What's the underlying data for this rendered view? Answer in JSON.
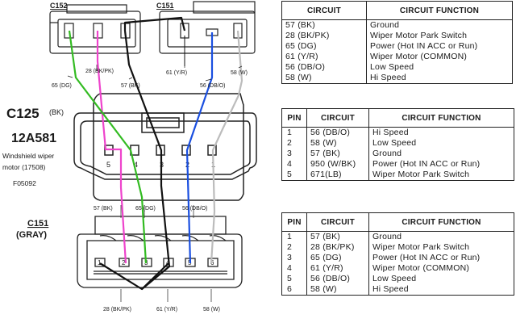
{
  "diagram": {
    "connector_c152": "C152",
    "connector_c151_top": "C151",
    "c125_code": "C125",
    "c125_color": "(BK)",
    "part_number": "12A581",
    "desc_line1": "Windshield wiper",
    "desc_line2": "motor (17508)",
    "figure_id": "F05092",
    "bottom_connector": "C151",
    "bottom_color": "(GRAY)",
    "labels": {
      "top_bk_pk": "28 (BK/PK)",
      "top_dg": "65 (DG)",
      "top_bk": "57 (BK)",
      "top_yr": "61 (Y/R)",
      "top_dbo": "56 (DB/O)",
      "top_w": "58 (W)",
      "bot_bk": "57 (BK)",
      "bot_dg": "65 (DG)",
      "bot_dbo": "56 (DB/O)",
      "bot_bk_pk": "28 (BK/PK)",
      "bot_yr": "61 (Y/R)",
      "bot_w": "58 (W)"
    },
    "c125_pins": [
      "5",
      "4",
      "3",
      "2",
      "1"
    ],
    "c151_pins": [
      "1",
      "2",
      "3",
      "4",
      "5",
      "6"
    ],
    "wire_colors": {
      "pink": "#ee44cc",
      "green": "#33bb22",
      "black": "#111111",
      "blue": "#1a4fe0",
      "gray": "#bcbcbc"
    }
  },
  "table1": {
    "headers": [
      "CIRCUIT",
      "CIRCUIT FUNCTION"
    ],
    "rows": [
      [
        "57 (BK)",
        "Ground"
      ],
      [
        "28 (BK/PK)",
        "Wiper Motor Park Switch"
      ],
      [
        "65 (DG)",
        "Power (Hot IN ACC or Run)"
      ],
      [
        "61 (Y/R)",
        "Wiper Motor (COMMON)"
      ],
      [
        "56 (DB/O)",
        "Low Speed"
      ],
      [
        "58 (W)",
        "Hi Speed"
      ]
    ]
  },
  "table2": {
    "headers": [
      "PIN",
      "CIRCUIT",
      "CIRCUIT FUNCTION"
    ],
    "rows": [
      [
        "1",
        "56 (DB/O)",
        "Hi Speed"
      ],
      [
        "2",
        "58 (W)",
        "Low Speed"
      ],
      [
        "3",
        "57 (BK)",
        "Ground"
      ],
      [
        "4",
        "950 (W/BK)",
        "Power (Hot IN ACC or Run)"
      ],
      [
        "5",
        "671(LB)",
        "Wiper Motor Park Switch"
      ]
    ]
  },
  "table3": {
    "headers": [
      "PIN",
      "CIRCUIT",
      "CIRCUIT FUNCTION"
    ],
    "rows": [
      [
        "1",
        "57 (BK)",
        "Ground"
      ],
      [
        "2",
        "28 (BK/PK)",
        "Wiper Motor Park Switch"
      ],
      [
        "3",
        "65 (DG)",
        "Power (Hot IN ACC or Run)"
      ],
      [
        "4",
        "61 (Y/R)",
        "Wiper Motor (COMMON)"
      ],
      [
        "5",
        "56 (DB/O)",
        "Low Speed"
      ],
      [
        "6",
        "58 (W)",
        "Hi Speed"
      ]
    ]
  }
}
